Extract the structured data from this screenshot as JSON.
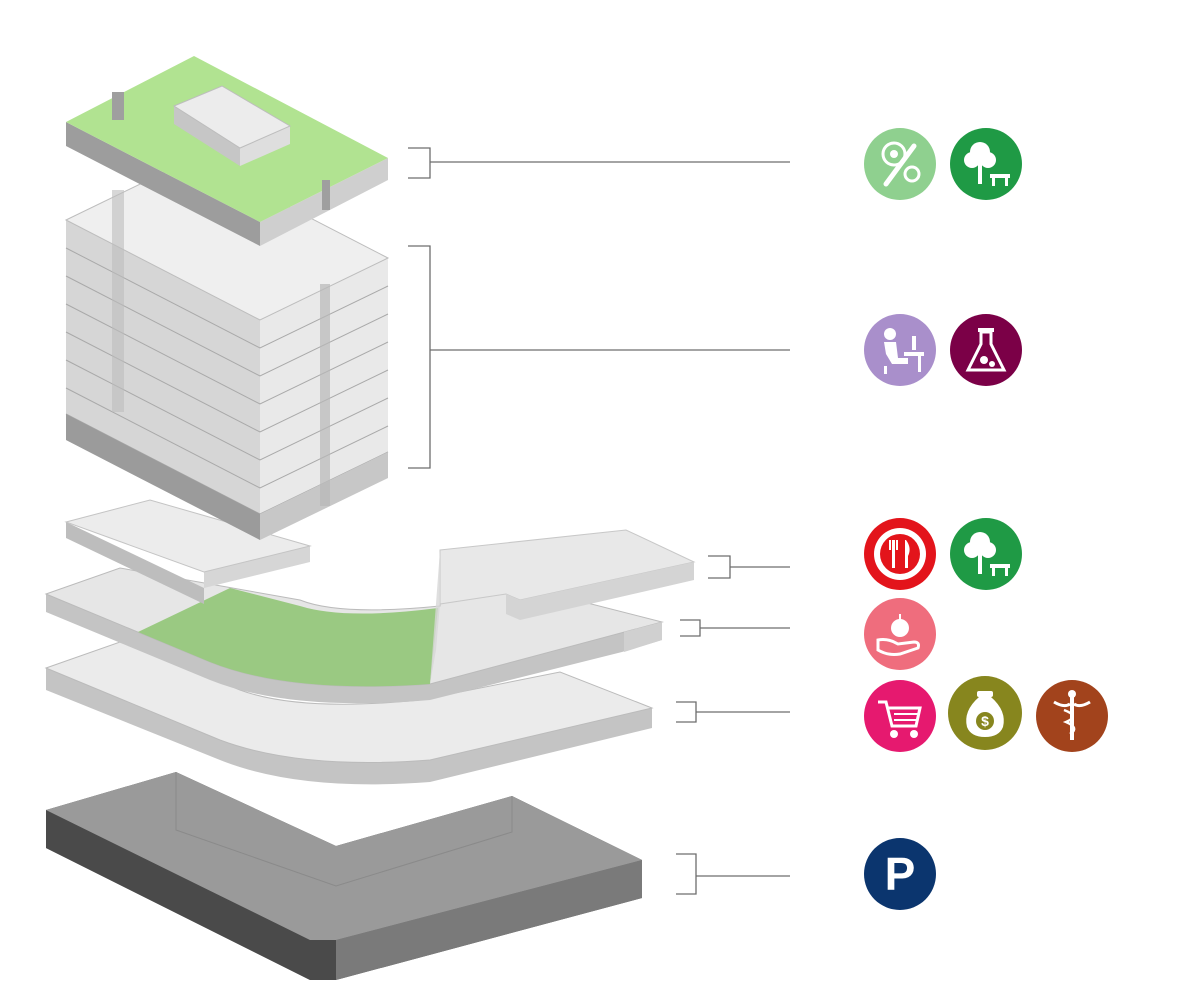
{
  "colors": {
    "green_roof": "#b1e391",
    "green_podium": "#9ac982",
    "glass": "#e3e3e3",
    "slab_light": "#ebebeb",
    "slab_side": "#c2c2c2",
    "parking_top": "#9a9a9a",
    "parking_side": "#5a5a5a",
    "leader": "#6d6d6d"
  },
  "levels": [
    {
      "id": "roof",
      "icons": [
        {
          "name": "gear-wrench-icon",
          "color": "#8fd08f"
        },
        {
          "name": "tree-bench-icon",
          "color": "#1f9a45"
        }
      ]
    },
    {
      "id": "tower",
      "icons": [
        {
          "name": "office-worker-icon",
          "color": "#a98fcb"
        },
        {
          "name": "lab-flask-icon",
          "color": "#7b0047"
        }
      ]
    },
    {
      "id": "podium-roof",
      "icons": [
        {
          "name": "restaurant-icon",
          "color": "#e3141b"
        },
        {
          "name": "tree-bench-icon",
          "color": "#1f9a45"
        }
      ]
    },
    {
      "id": "level-2",
      "icons": [
        {
          "name": "hand-apple-icon",
          "color": "#ef6d7d"
        }
      ]
    },
    {
      "id": "ground",
      "icons": [
        {
          "name": "shopping-cart-icon",
          "color": "#e6196f"
        },
        {
          "name": "money-bag-icon",
          "color": "#87861e"
        },
        {
          "name": "caduceus-icon",
          "color": "#a2431c"
        }
      ]
    },
    {
      "id": "parking",
      "icons": [
        {
          "name": "parking-icon",
          "color": "#0b356e",
          "label": "P"
        }
      ]
    }
  ]
}
